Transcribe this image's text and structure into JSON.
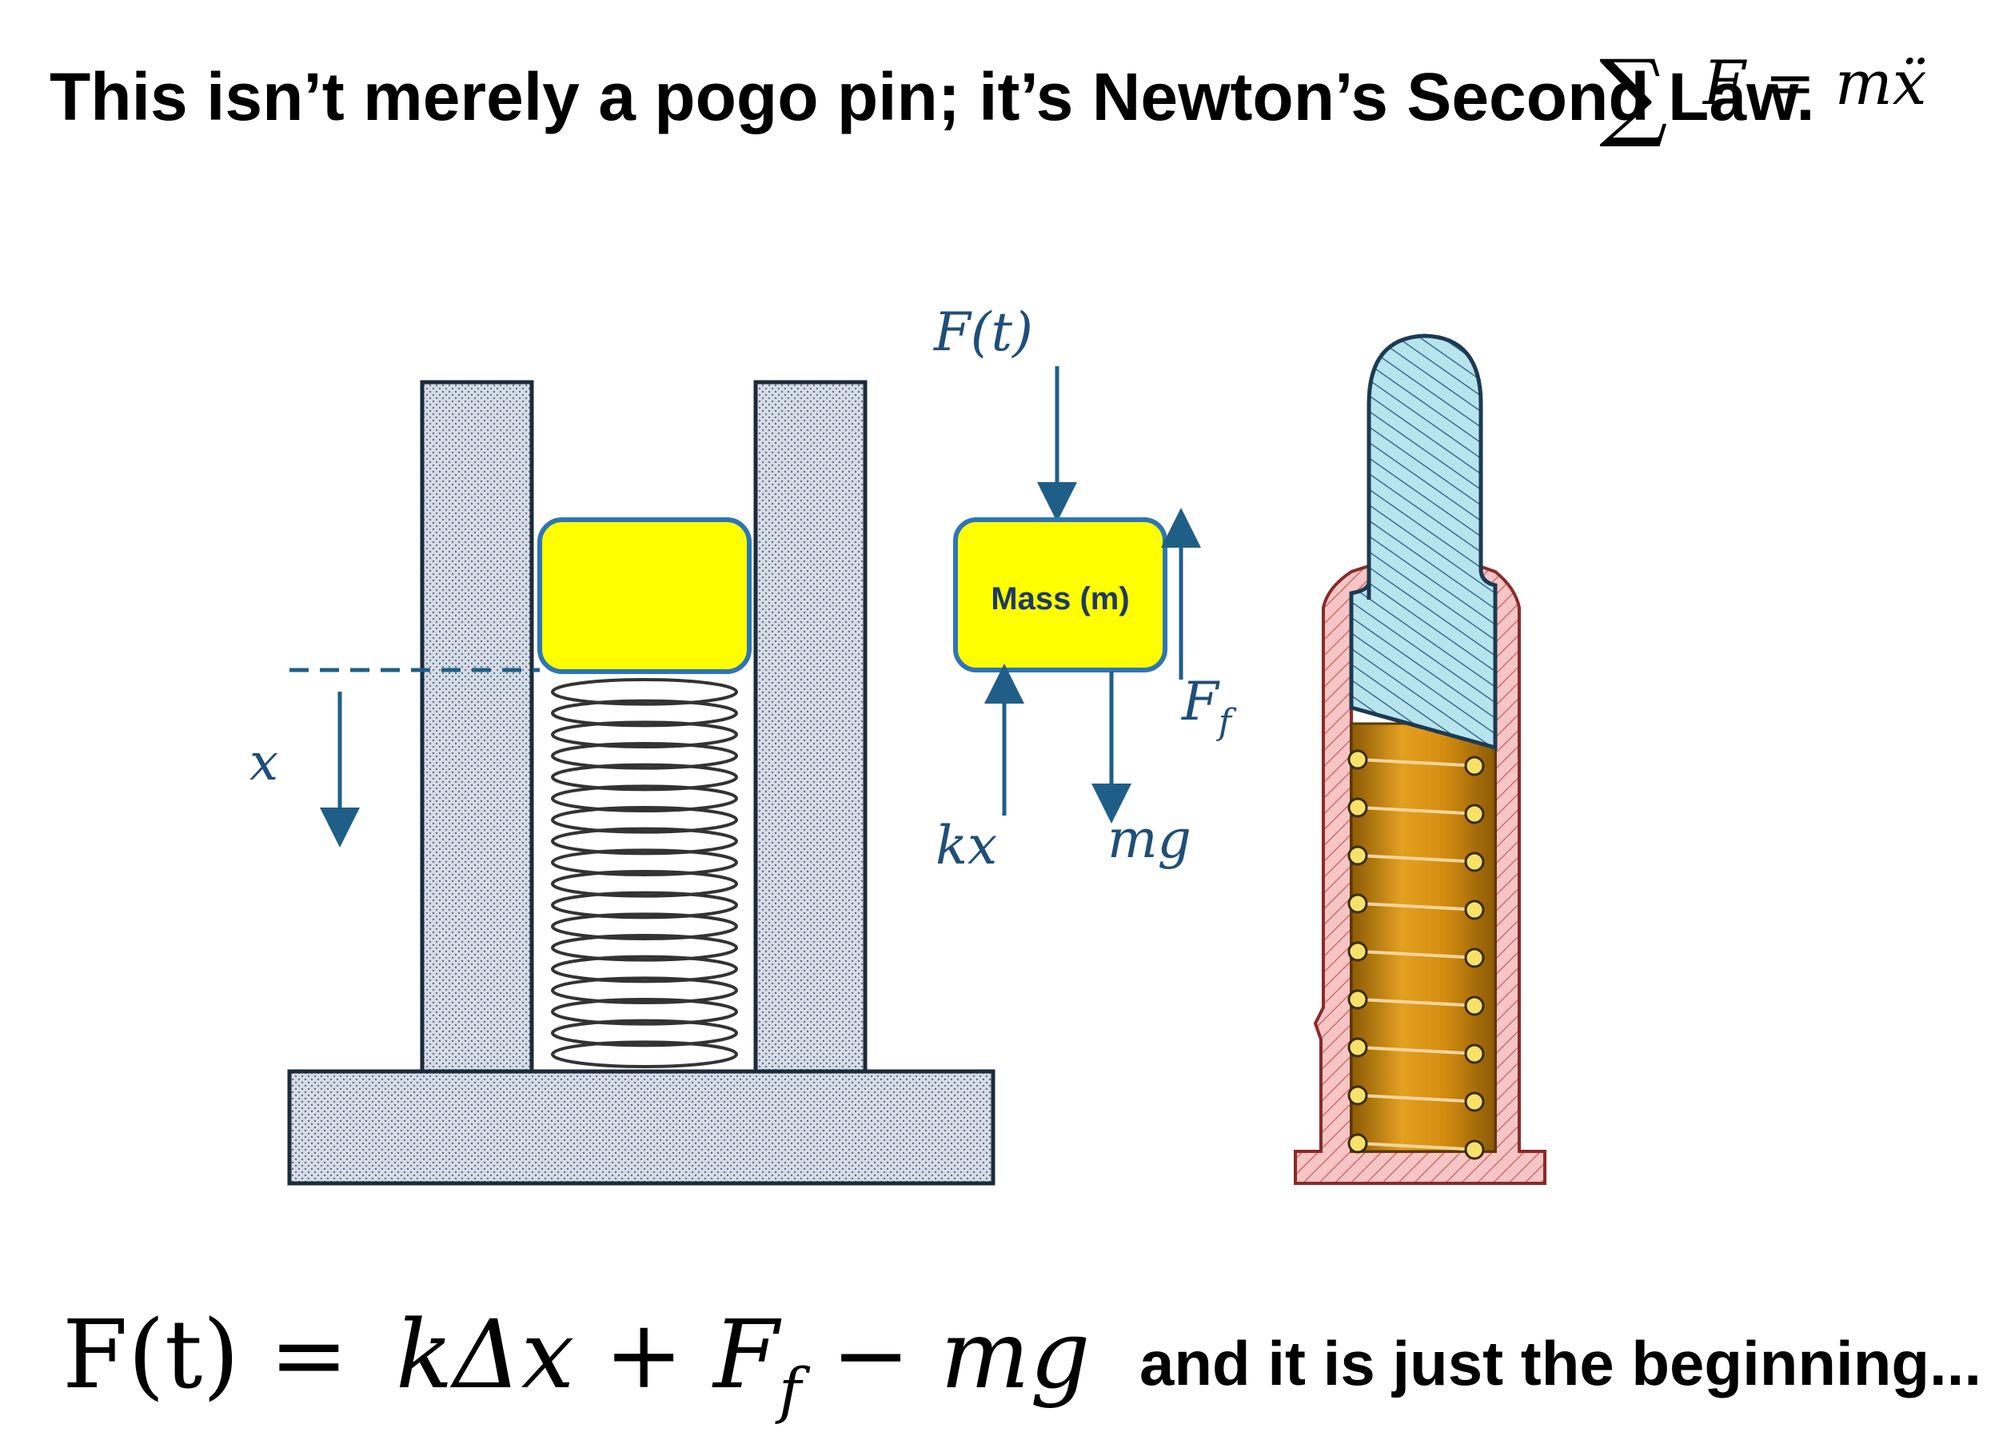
{
  "title": "This isn’t merely a pogo pin; it’s Newton’s Second Law.",
  "title_equation": {
    "sum_symbol": "∑",
    "text": "F = mẍ"
  },
  "diagram": {
    "force_label": "F(t)",
    "mass_label": "Mass (m)",
    "friction_label": "F",
    "friction_subscript": "f",
    "spring_force_label": "kx",
    "gravity_label": "mg",
    "displacement_label": "x"
  },
  "bottom_equation": {
    "lhs": "F(t) = ",
    "rhs_k": "kΔx + F",
    "rhs_sub": "f",
    "rhs_end": " − mg"
  },
  "bottom_caption": "and it is just the beginning...",
  "colors": {
    "arrow": "#1f5f87",
    "mass_fill": "#ffff00",
    "mass_stroke": "#2e75b6",
    "pin_head": "#a8dde8",
    "barrel": "#f4b8b8",
    "spring_core": "#c8860a"
  }
}
